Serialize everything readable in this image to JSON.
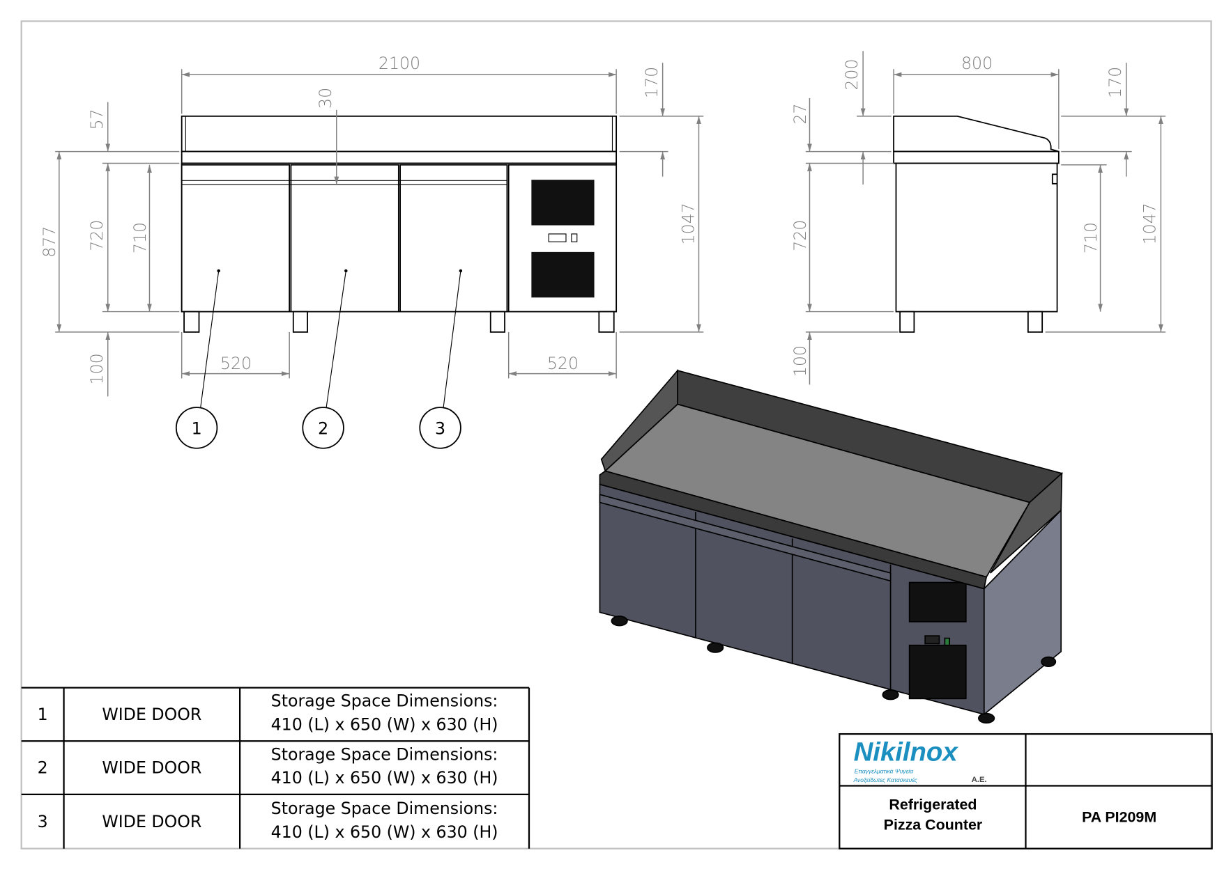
{
  "front_view": {
    "dims": {
      "overall_width": "2100",
      "top_offset": "30",
      "left_57": "57",
      "left_877": "877",
      "left_720": "720",
      "left_710": "710",
      "left_100": "100",
      "right_170": "170",
      "right_1047": "1047",
      "door_width": "520",
      "panel_width": "520"
    },
    "balloons": [
      "1",
      "2",
      "3"
    ]
  },
  "side_view": {
    "dims": {
      "depth": "800",
      "d200": "200",
      "d27": "27",
      "d720": "720",
      "d100": "100",
      "d170": "170",
      "d710": "710",
      "d1047": "1047"
    }
  },
  "parts_table": {
    "rows": [
      {
        "num": "1",
        "name": "WIDE DOOR",
        "desc_line1": "Storage Space Dimensions:",
        "desc_line2": "410 (L) x 650 (W) x 630 (H)"
      },
      {
        "num": "2",
        "name": "WIDE DOOR",
        "desc_line1": "Storage Space Dimensions:",
        "desc_line2": "410 (L) x 650 (W) x 630 (H)"
      },
      {
        "num": "3",
        "name": "WIDE DOOR",
        "desc_line1": "Storage Space Dimensions:",
        "desc_line2": "410 (L) x 650 (W) x 630 (H)"
      }
    ]
  },
  "title_block": {
    "logo": {
      "brand": "Nikilnox",
      "suffix": "A.E.",
      "tagline1": "Επαγγελματικά Ψυγεία",
      "tagline2": "Ανοξείδωτες Κατασκευές"
    },
    "title_line1": "Refrigerated",
    "title_line2": "Pizza Counter",
    "model": "PA PI209M"
  },
  "colors": {
    "brand_blue": "#1a8fc0",
    "dim_grey": "#808080",
    "door": "#50535f",
    "side": "#7a7d8c",
    "worktop": "#808080",
    "splash": "#444"
  }
}
